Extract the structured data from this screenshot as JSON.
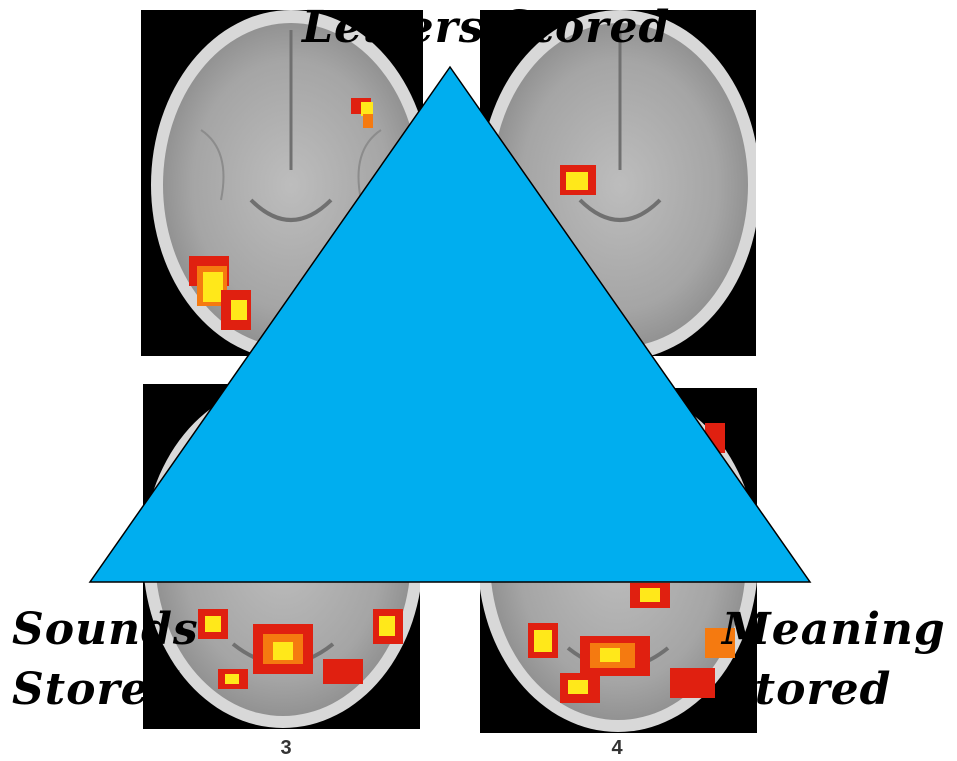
{
  "diagram": {
    "triangle_fill": "#00AEEF",
    "triangle_stroke": "#000000",
    "labels": {
      "top": "Letters Stored",
      "left_line1": "Sounds",
      "left_line2": "Stored",
      "right_line1": "Meaning",
      "right_line2": "Stored"
    }
  },
  "panels": {
    "numbers": [
      "3",
      "4"
    ]
  },
  "colors": {
    "activation_red": "#E02010",
    "activation_orange": "#F57A10",
    "activation_yellow": "#FFE81A"
  }
}
